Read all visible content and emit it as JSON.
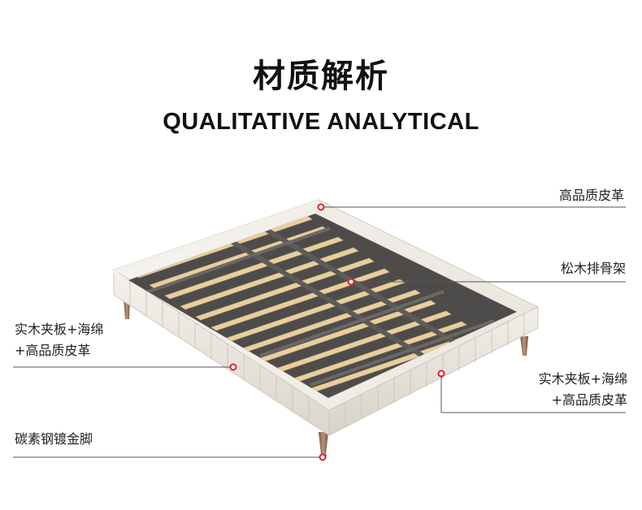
{
  "header": {
    "title": "材质解析",
    "subtitle": "QUALITATIVE ANALYTICAL"
  },
  "callouts": {
    "leather_top_right": "高品质皮革",
    "slats": "松木排骨架",
    "left_panel_line1": "实木夹板+海绵",
    "left_panel_line2": "+高品质皮革",
    "right_panel_line1": "实木夹板+海绵",
    "right_panel_line2": "+高品质皮革",
    "legs": "碳素钢镀金脚"
  },
  "colors": {
    "marker": "#e0202a",
    "leader_line": "#555555",
    "upholstery": "#efebe4",
    "slat": "#e7cd9c",
    "steel": "#5a5856",
    "leg": "#a0785a"
  }
}
